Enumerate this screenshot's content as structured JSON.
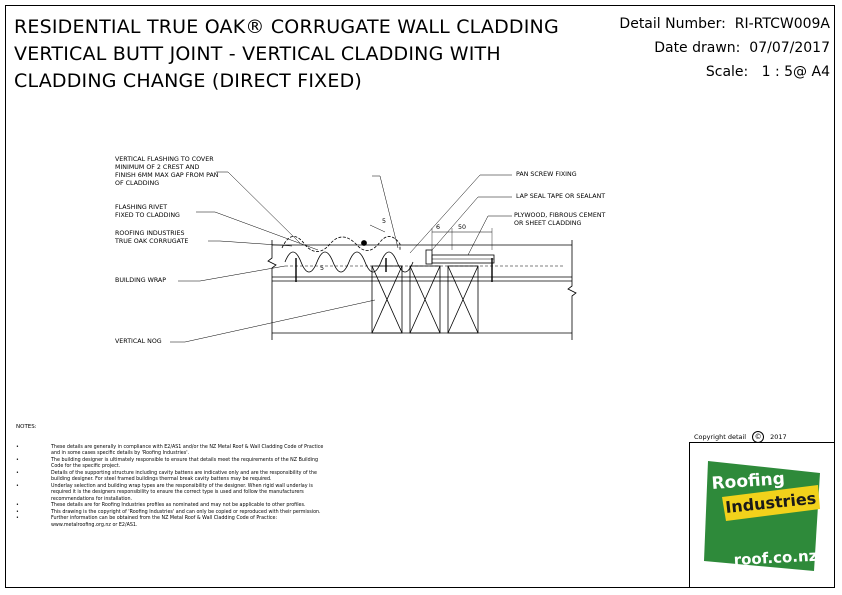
{
  "title": {
    "line1": "RESIDENTIAL TRUE OAK® CORRUGATE WALL CLADDING",
    "line2": "VERTICAL BUTT JOINT - VERTICAL CLADDING WITH",
    "line3": "CLADDING CHANGE (DIRECT FIXED)"
  },
  "meta": {
    "detail_label": "Detail Number:",
    "detail_value": "RI-RTCW009A",
    "date_label": "Date drawn:",
    "date_value": "07/07/2017",
    "scale_label": "Scale:",
    "scale_value": "1 : 5@ A4"
  },
  "labels": {
    "vertical_flashing": [
      "VERTICAL FLASHING TO COVER",
      "MINIMUM OF 2 CREST AND",
      "FINISH 6mm MAX GAP FROM PAN",
      "OF CLADDING"
    ],
    "flashing_rivet": [
      "FLASHING RIVET",
      "FIXED TO CLADDING"
    ],
    "roofing_industries": [
      "ROOFING INDUSTRIES",
      "TRUE OAK CORRUGATE"
    ],
    "building_wrap": "BUILDING WRAP",
    "vertical_nog": "VERTICAL NOG",
    "pan_screw": "PAN SCREW FIXING",
    "lap_seal": "LAP SEAL TAPE OR SEALANT",
    "plywood": [
      "PLYWOOD, FIBROUS CEMENT",
      "OR SHEET CLADDING"
    ],
    "dim_6": "6",
    "dim_50": "50",
    "dim_5a": "5",
    "dim_5b": "5"
  },
  "notes": {
    "title": "NOTES:",
    "items": [
      [
        "These details are generally in compliance with E2/AS1 and/or the NZ Metal Roof & Wall Cladding Code of Practice",
        "and in some cases specific details by 'Roofing Industries'."
      ],
      [
        "The building designer is ultimately responsible to ensure that details meet the requirements of the NZ Building",
        "Code for the specific project."
      ],
      [
        "Details of the supporting structure including cavity battens are indicative only and are the responsibility of the",
        "building designer. For steel framed buildings thermal break cavity battens may be required."
      ],
      [
        "Underlay selection and building wrap types are the responsibility of the designer. When rigid wall underlay is",
        "required it is the designers responsibility to ensure the correct type is used and follow the manufacturers",
        "recommendations for installation."
      ],
      [
        "These details are for Roofing Industries profiles as nominated and may not be applicable to other profiles."
      ],
      [
        "This drawing is the copyright of 'Roofing Industries' and can only be copied or reproduced with their permission."
      ],
      [
        "Further information can be obtained from the NZ Metal Roof & Wall Cladding Code of Practice:",
        "www.metalroofing.org.nz or E2/AS1."
      ]
    ]
  },
  "copyright": {
    "label": "Copyright detail",
    "symbol": "©",
    "year": "2017"
  },
  "logo": {
    "word1": "Roofing",
    "word2": "Industries",
    "url": "roof.co.nz",
    "green": "#2e8a3a",
    "yellow": "#f2d21b"
  }
}
